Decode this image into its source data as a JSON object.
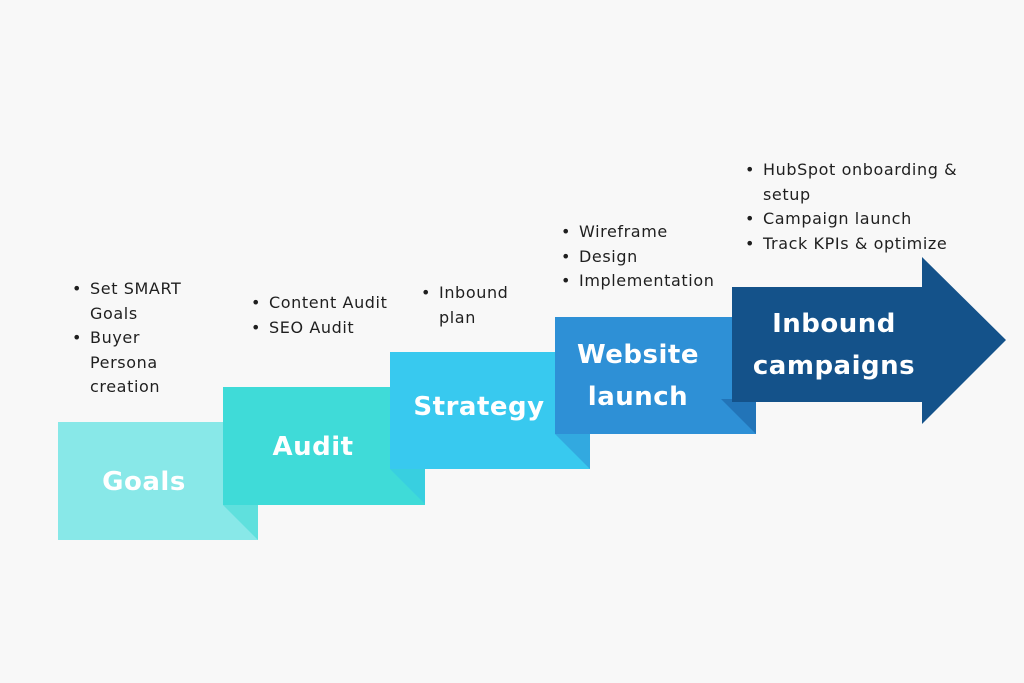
{
  "colors": {
    "background": "#f8f8f8",
    "goals": "#88e8e8",
    "audit": "#3fdbd8",
    "strategy": "#38c9ef",
    "website": "#2e90d6",
    "inbound": "#14528a",
    "text": "#1f1f1f",
    "label": "#ffffff"
  },
  "steps": [
    {
      "id": "goals",
      "label": "Goals",
      "bullets": [
        "Set SMART Goals",
        "Buyer Persona creation"
      ]
    },
    {
      "id": "audit",
      "label": "Audit",
      "bullets": [
        "Content Audit",
        "SEO Audit"
      ]
    },
    {
      "id": "strategy",
      "label": "Strategy",
      "bullets": [
        "Inbound plan"
      ]
    },
    {
      "id": "website",
      "label_lines": [
        "Website",
        "launch"
      ],
      "bullets": [
        "Wireframe",
        "Design",
        "Implementation"
      ]
    },
    {
      "id": "inbound",
      "label_lines": [
        "Inbound",
        "campaigns"
      ],
      "bullets": [
        "HubSpot onboarding & setup",
        "Campaign launch",
        "Track KPIs & optimize"
      ]
    }
  ]
}
